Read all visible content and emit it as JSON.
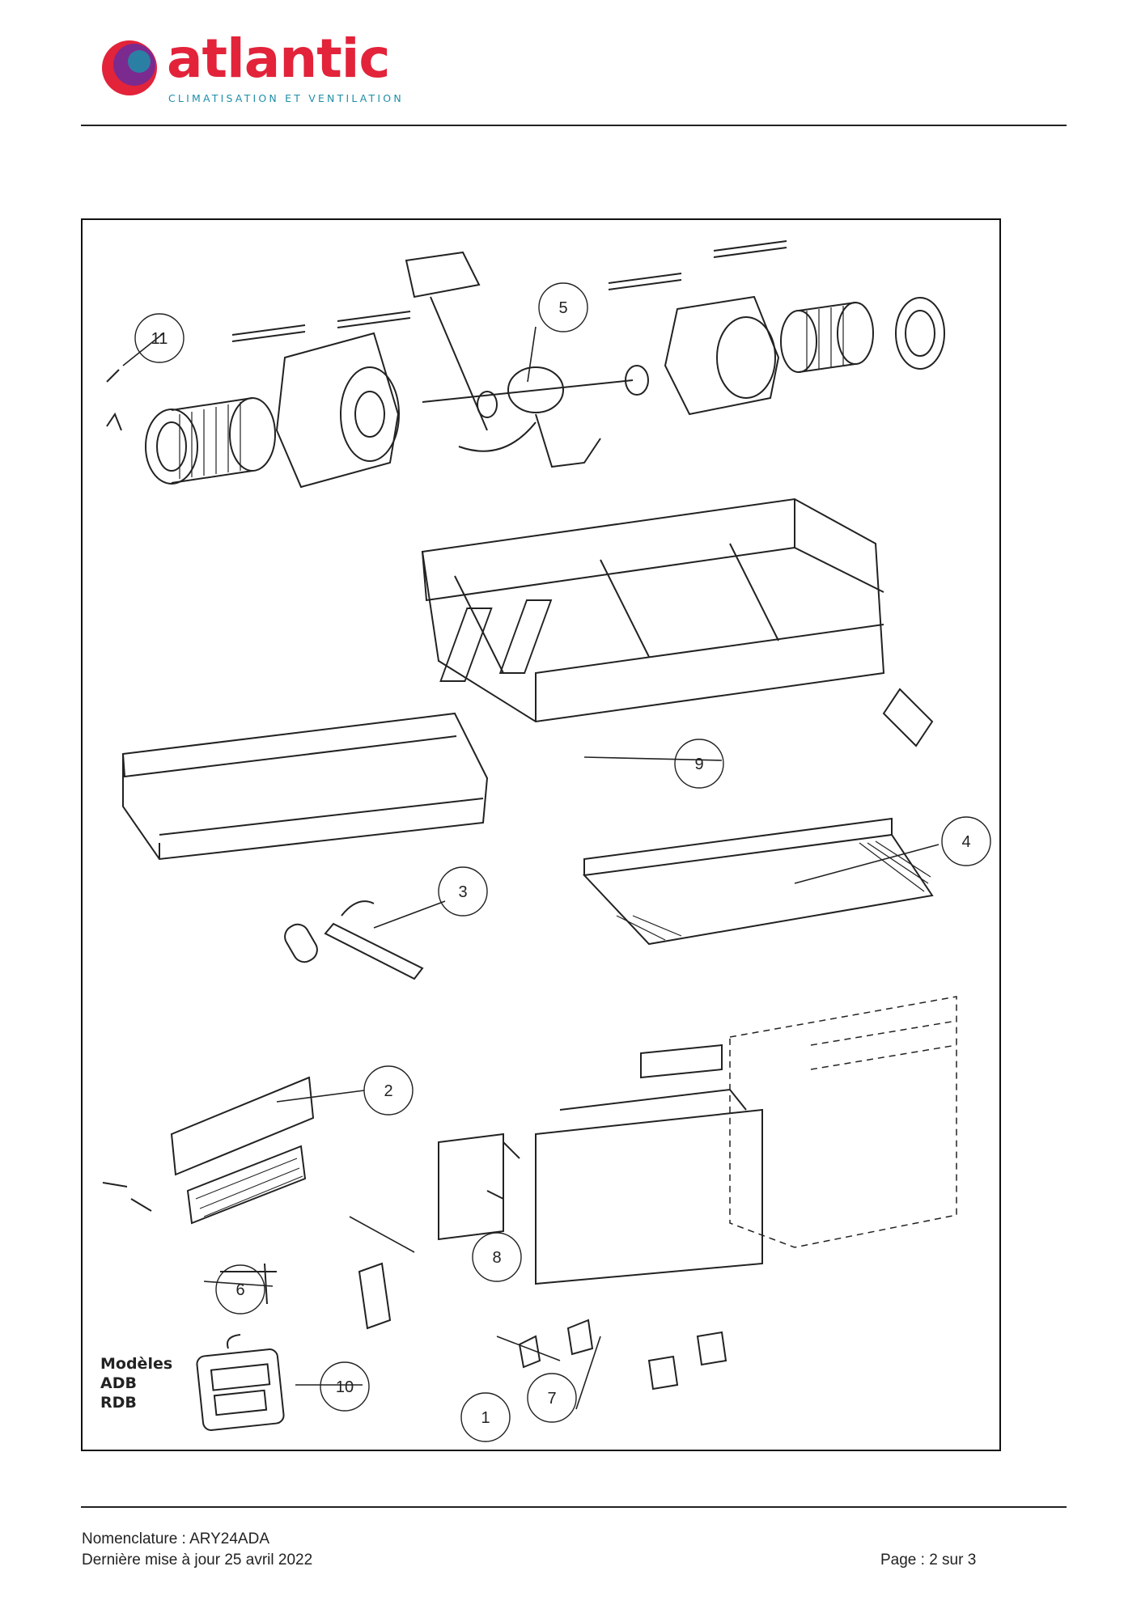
{
  "header": {
    "brand": "atlantic",
    "tagline": "CLIMATISATION ET VENTILATION",
    "colors": {
      "brand_red": "#e2233a",
      "brand_teal": "#1e8ea8",
      "logo_purple": "#7b2a8f"
    }
  },
  "diagram": {
    "callouts": [
      "1",
      "2",
      "3",
      "4",
      "5",
      "6",
      "7",
      "8",
      "9",
      "10",
      "11"
    ],
    "models_label": [
      "Modèles",
      "ADB",
      "RDB"
    ]
  },
  "footer": {
    "nomenclature": "Nomenclature : ARY24ADA",
    "updated": "Dernière mise à jour 25 avril 2022",
    "page": "Page : 2 sur 3"
  }
}
